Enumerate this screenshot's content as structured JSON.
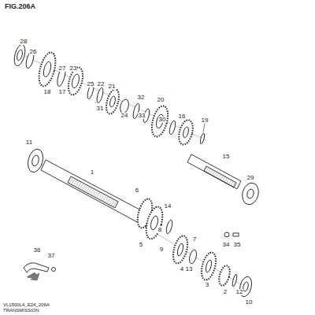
{
  "diagram": {
    "title": "FIG.206A",
    "caption": "VL1500L4_E24_206A TRANSMISSION",
    "labels": [
      "28",
      "26",
      "27",
      "23",
      "25",
      "22",
      "21",
      "18",
      "17",
      "32",
      "20",
      "31",
      "24",
      "33",
      "30",
      "16",
      "19",
      "11",
      "15",
      "1",
      "29",
      "6",
      "14",
      "8",
      "5",
      "9",
      "7",
      "34",
      "35",
      "36",
      "37",
      "4",
      "13",
      "3",
      "2",
      "12",
      "10"
    ]
  }
}
